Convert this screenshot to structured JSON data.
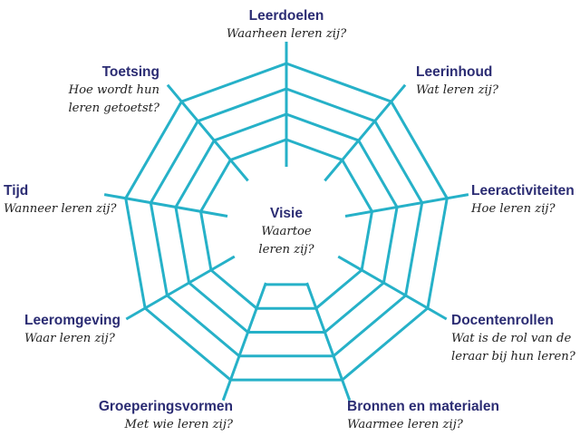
{
  "diagram": {
    "line_color": "#26b1c8",
    "title_color": "#2b2c73",
    "center": {
      "title": "Visie",
      "question_lines": [
        "Waartoe",
        "leren zij?"
      ]
    },
    "spokes": [
      {
        "id": "leerdoelen",
        "title": "Leerdoelen",
        "question_lines": [
          "Waarheen leren zij?"
        ]
      },
      {
        "id": "leerinhoud",
        "title": "Leerinhoud",
        "question_lines": [
          "Wat leren zij?"
        ]
      },
      {
        "id": "leeractiviteiten",
        "title": "Leeractiviteiten",
        "question_lines": [
          "Hoe leren zij?"
        ]
      },
      {
        "id": "docentenrollen",
        "title": "Docentenrollen",
        "question_lines": [
          "Wat is de rol van de",
          "leraar bij hun leren?"
        ]
      },
      {
        "id": "bronnen-en-materialen",
        "title": "Bronnen en materialen",
        "question_lines": [
          "Waarmee leren zij?"
        ]
      },
      {
        "id": "groeperingsvormen",
        "title": "Groeperingsvormen",
        "question_lines": [
          "Met wie leren zij?"
        ]
      },
      {
        "id": "leeromgeving",
        "title": "Leeromgeving",
        "question_lines": [
          "Waar leren zij?"
        ]
      },
      {
        "id": "tijd",
        "title": "Tijd",
        "question_lines": [
          "Wanneer leren zij?"
        ]
      },
      {
        "id": "toetsing",
        "title": "Toetsing",
        "question_lines": [
          "Hoe wordt hun",
          "leren getoetst?"
        ]
      }
    ]
  }
}
